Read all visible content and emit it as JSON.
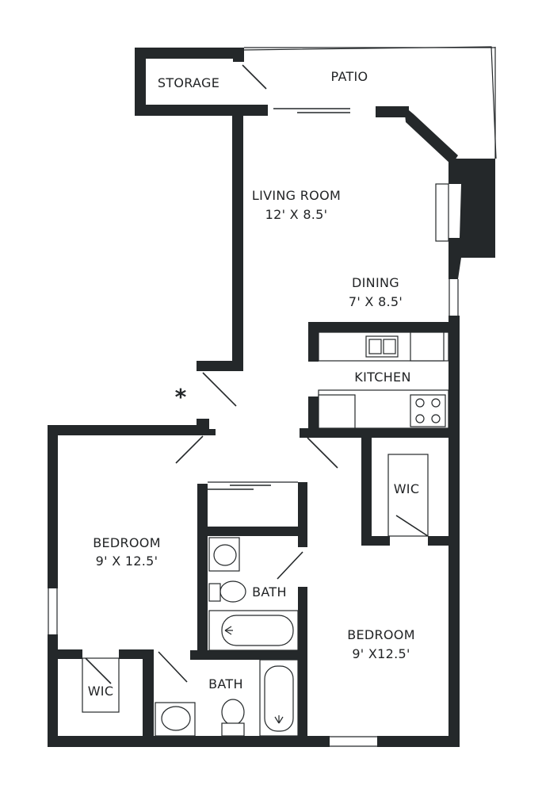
{
  "rooms": {
    "storage": "STORAGE",
    "patio": "PATIO",
    "living_room": "LIVING ROOM",
    "living_room_size": "12' X 8.5'",
    "dining": "DINING",
    "dining_size": "7' X 8.5'",
    "kitchen": "KITCHEN",
    "wic_right": "WIC",
    "bedroom_left": "BEDROOM",
    "bedroom_left_size": "9' X 12.5'",
    "bath_upper": "BATH",
    "bath_lower": "BATH",
    "wic_left": "WIC",
    "bedroom_right": "BEDROOM",
    "bedroom_right_size": "9' X12.5'"
  },
  "marker": "*",
  "colors": {
    "wall": "#24282a",
    "background": "#ffffff"
  }
}
